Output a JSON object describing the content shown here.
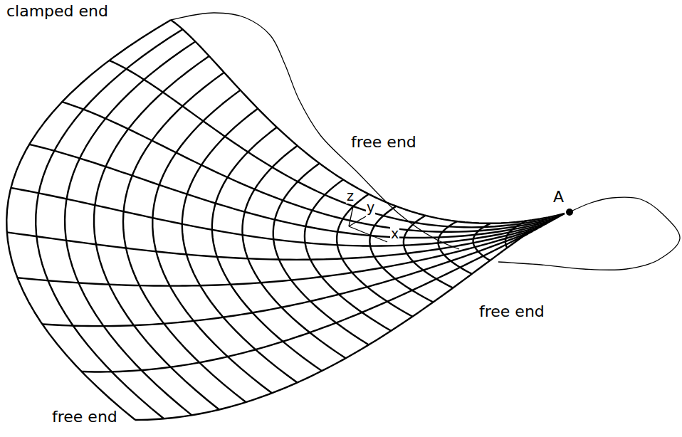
{
  "diagram": {
    "labels": [
      "clamped end",
      "free end",
      "free end",
      "free end",
      "A",
      "z",
      "y",
      "x"
    ]
  }
}
